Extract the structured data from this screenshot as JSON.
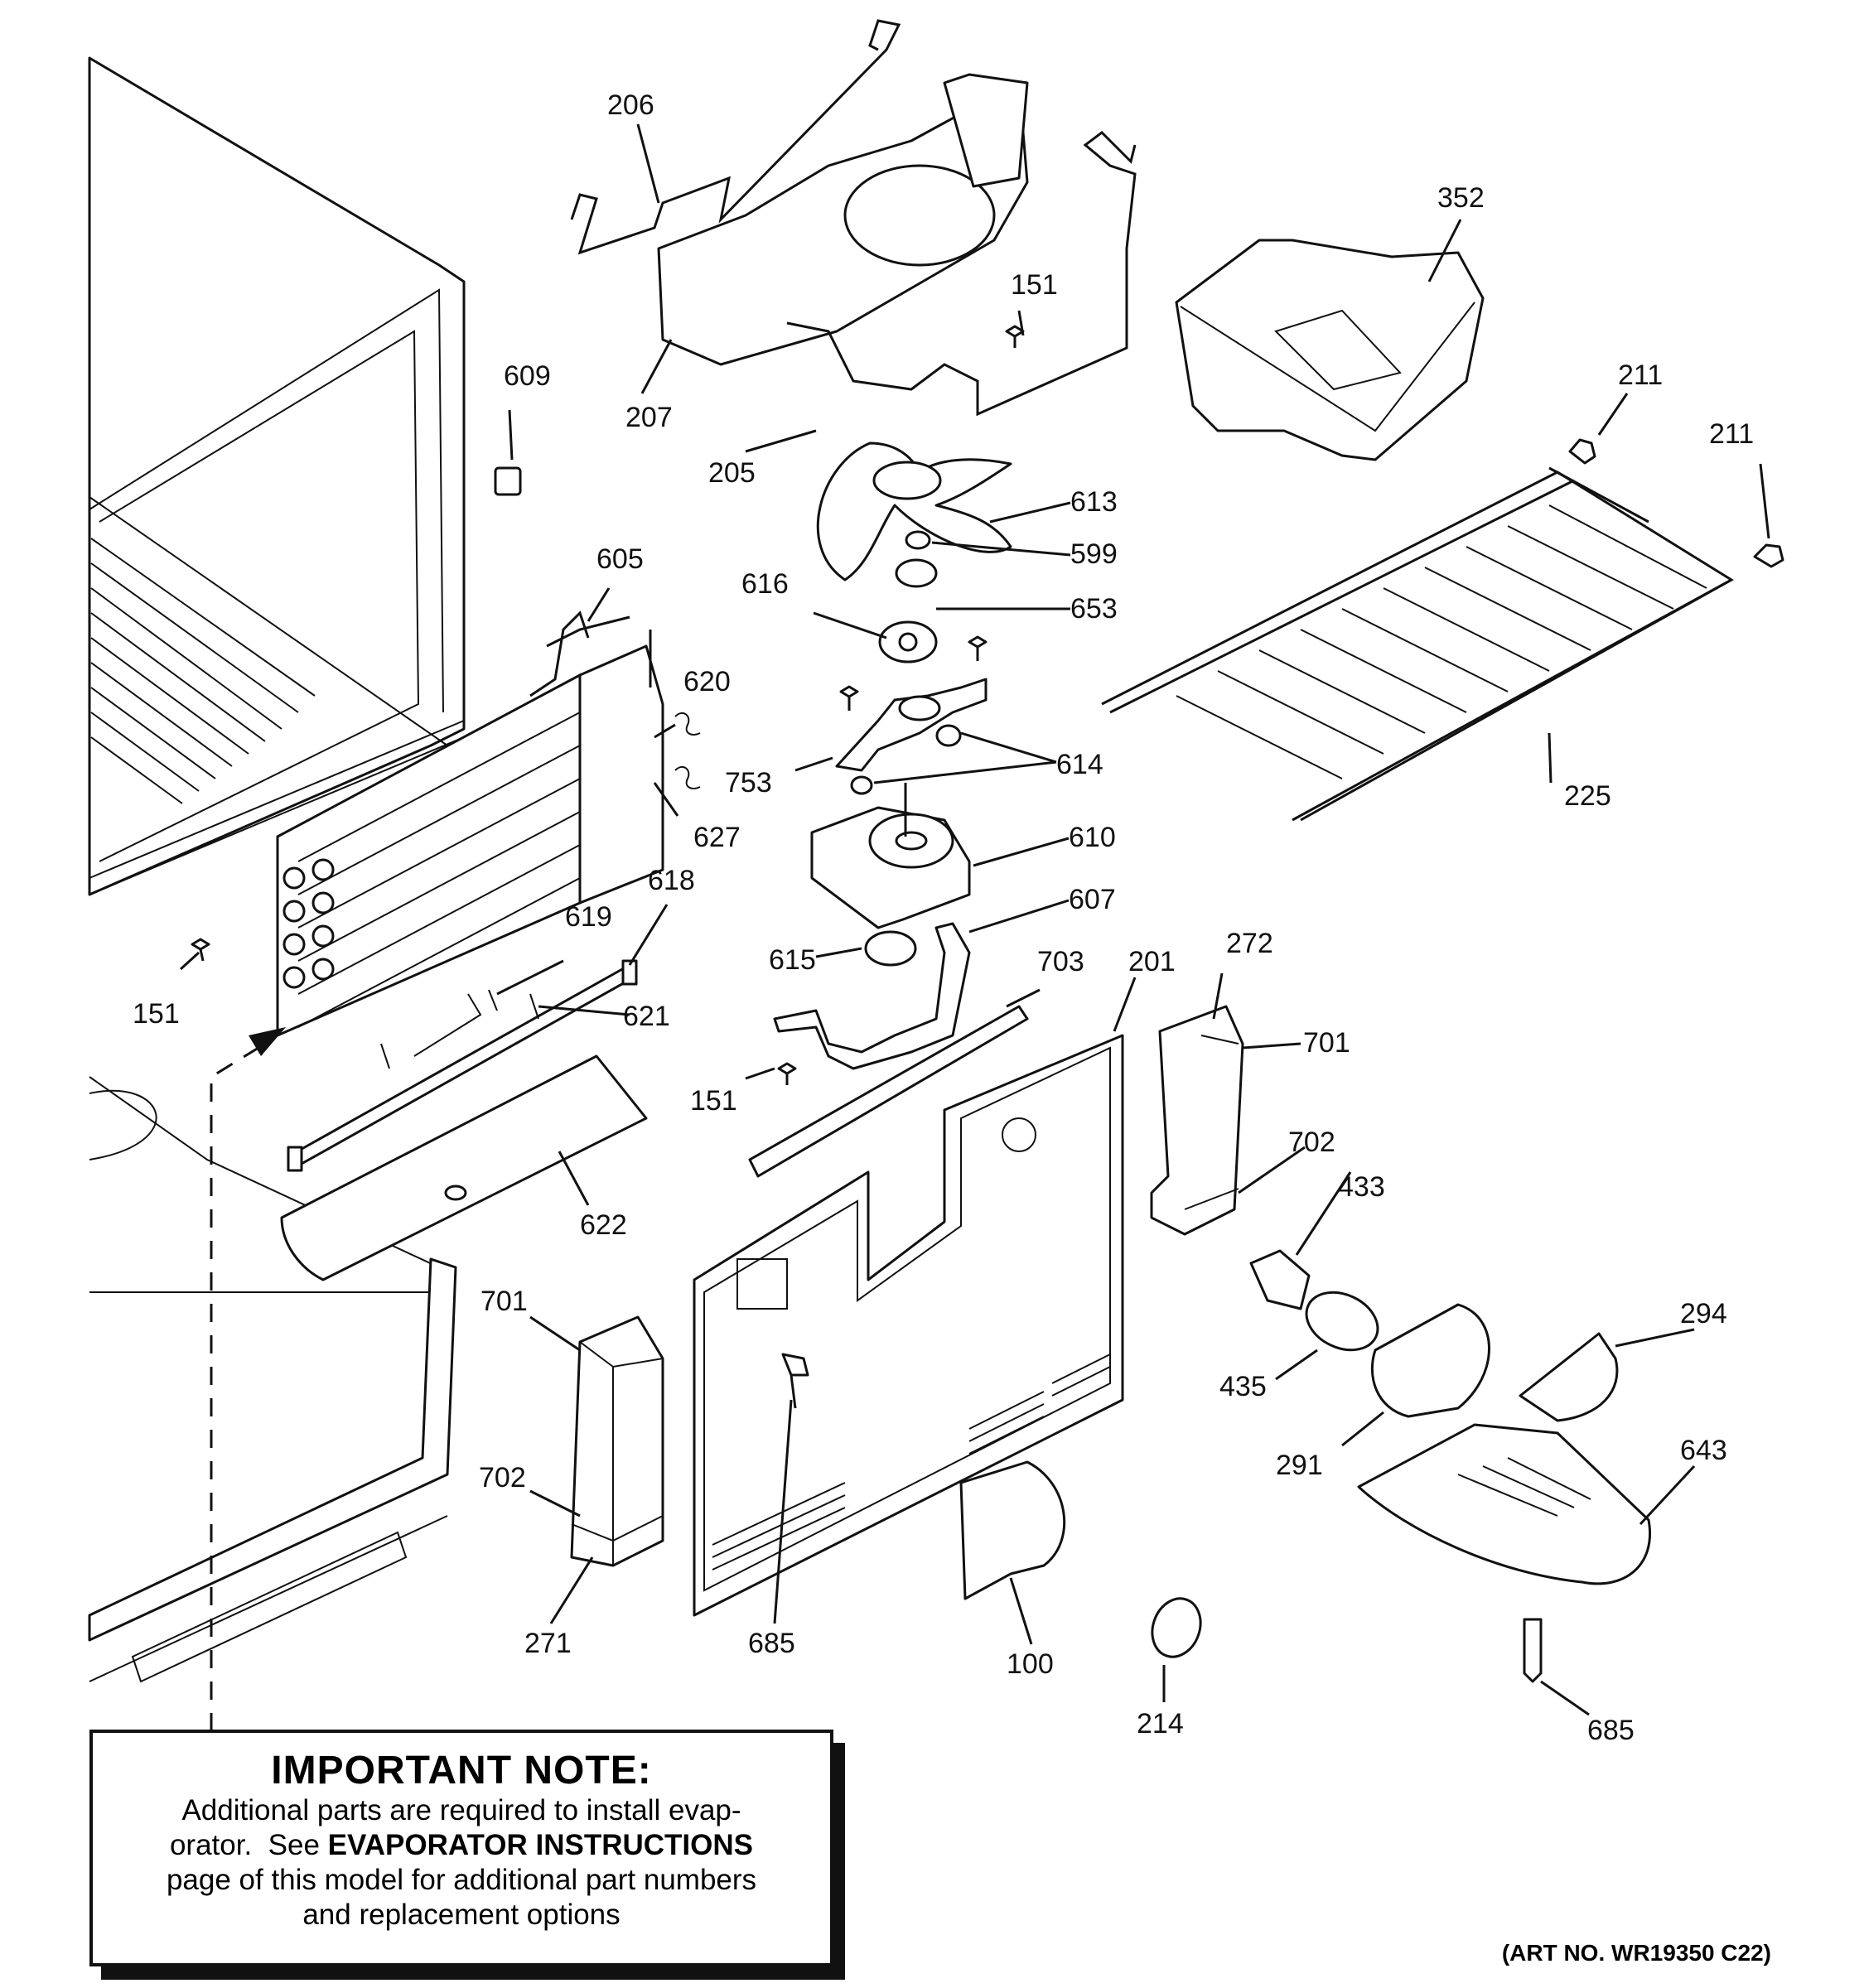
{
  "callouts": {
    "c206": "206",
    "c207": "207",
    "c205": "205",
    "c151a": "151",
    "c352": "352",
    "c609": "609",
    "c211a": "211",
    "c211b": "211",
    "c613": "613",
    "c605": "605",
    "c599": "599",
    "c616": "616",
    "c653": "653",
    "c620": "620",
    "c753": "753",
    "c614": "614",
    "c627": "627",
    "c225": "225",
    "c610": "610",
    "c618": "618",
    "c619": "619",
    "c607": "607",
    "c615": "615",
    "c703": "703",
    "c201": "201",
    "c272": "272",
    "c151b": "151",
    "c621": "621",
    "c701a": "701",
    "c151c": "151",
    "c702a": "702",
    "c433": "433",
    "c622": "622",
    "c701b": "701",
    "c294": "294",
    "c435": "435",
    "c643": "643",
    "c291": "291",
    "c702b": "702",
    "c271": "271",
    "c685a": "685",
    "c100": "100",
    "c214": "214",
    "c685b": "685"
  },
  "note": {
    "title": "IMPORTANT NOTE:",
    "line1": "Additional parts are required to install evap-",
    "line2_pre": "orator.  See ",
    "line2_bold": "EVAPORATOR INSTRUCTIONS",
    "line3": "page of this model for additional part numbers",
    "line4": "and replacement options"
  },
  "art_number": "(ART NO. WR19350 C22)"
}
